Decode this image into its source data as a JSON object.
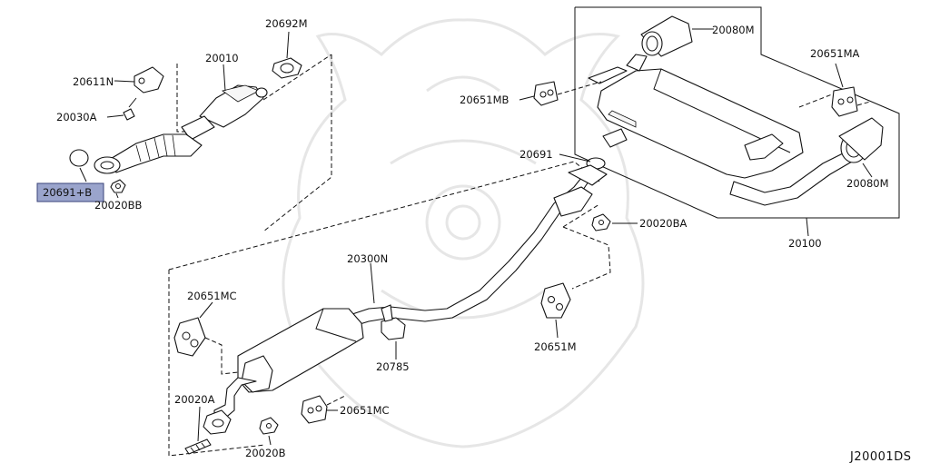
{
  "diagram": {
    "code": "J20001DS",
    "highlight_color": "#9aa4cc",
    "highlighted_part": "20691+B",
    "labels": {
      "p20692M": "20692M",
      "p20010": "20010",
      "p20611N": "20611N",
      "p20030A": "20030A",
      "p20691B": "20691+B",
      "p20020BB": "20020BB",
      "p20080M_top": "20080M",
      "p20651MA": "20651MA",
      "p20651MB": "20651MB",
      "p20691": "20691",
      "p20080M_right": "20080M",
      "p20020BA": "20020BA",
      "p20100": "20100",
      "p20300N": "20300N",
      "p20651MC_left": "20651MC",
      "p20785": "20785",
      "p20651M": "20651M",
      "p20020A": "20020A",
      "p20651MC_right": "20651MC",
      "p20020B": "20020B"
    }
  }
}
